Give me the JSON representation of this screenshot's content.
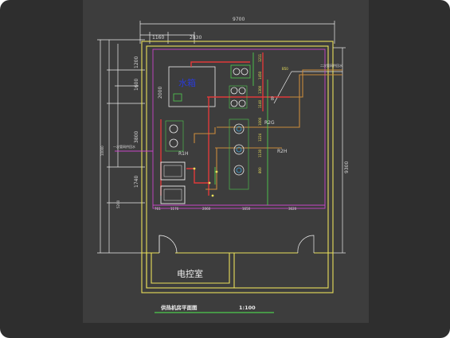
{
  "drawing": {
    "title": "供热机房平面图",
    "scale": "1:100",
    "rooms": {
      "water_tank": "水箱",
      "control_room": "电控室"
    },
    "top_dims": {
      "total": "9700",
      "left": "1160",
      "mid": "2830"
    },
    "left_dims": {
      "total": "10000",
      "d1": "1200",
      "d2": "1600",
      "d3": "2000",
      "d4": "3800",
      "d5": "1740",
      "d6": "5200"
    },
    "right_dim": "9300",
    "bottom_dims": {
      "d1": "761",
      "d2": "1176",
      "d3": "2060",
      "d4": "1650",
      "d5": "3620"
    },
    "pipe_dims": {
      "p1": "1211",
      "p2": "1450",
      "p3": "1300",
      "p4": "1140",
      "p5": "1000",
      "p6": "1224",
      "p7": "1130",
      "p8": "800"
    },
    "pipe_labels": {
      "b": "B",
      "r2g": "R2G",
      "r1h": "R1H",
      "r2h": "R2H",
      "b50": "B50"
    },
    "notes": {
      "secondary_supply_return": "二次管网供回水",
      "primary_supply_return": "一次管网供回水"
    }
  }
}
